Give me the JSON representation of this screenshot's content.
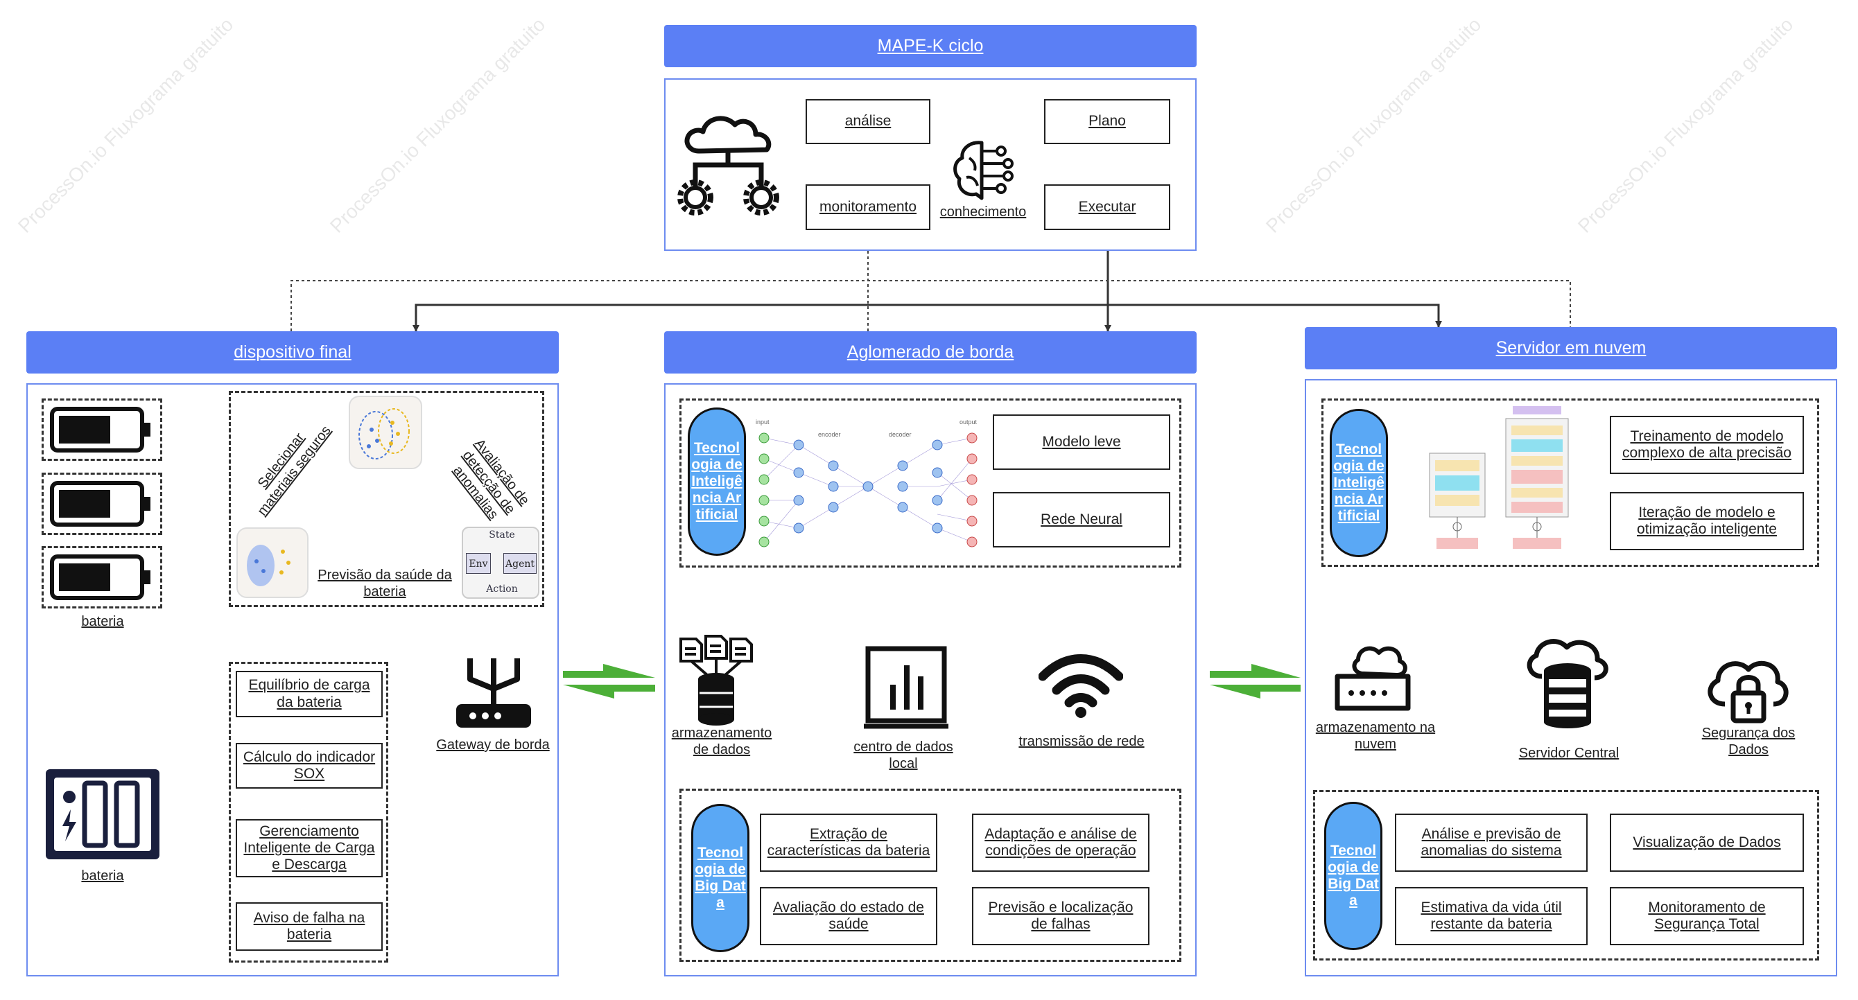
{
  "watermark": "ProcessOn.io Fluxograma gratuito",
  "mapek": {
    "title": "MAPE-K ciclo",
    "analise": "análise",
    "plano": "Plano",
    "monitoramento": "monitoramento",
    "conhecimento": "conhecimento",
    "executar": "Executar"
  },
  "device": {
    "title": "dispositivo final",
    "bateria_top": "bateria",
    "bateria_bottom": "bateria",
    "selecionar": "Selecionar materiais seguros",
    "avaliacao": "Avaliação de detecção de anomalias",
    "previsao": "Previsão da saúde da bateria",
    "rl_state": "State",
    "rl_env": "Env",
    "rl_agent": "Agent",
    "rl_action": "Action",
    "steps": [
      "Equilíbrio de carga da bateria",
      "Cálculo do indicador SOX",
      "Gerenciamento Inteligente de Carga e Descarga",
      "Aviso de falha na bateria"
    ],
    "gateway": "Gateway de borda"
  },
  "edge": {
    "title": "Aglomerado de borda",
    "ai_pill": "Tecnologia de Inteligência Artificial",
    "nn_input": "input",
    "nn_encoder": "encoder",
    "nn_decoder": "decoder",
    "nn_output": "output",
    "modelo_leve": "Modelo leve",
    "rede_neural": "Rede Neural",
    "armazenamento": "armazenamento de dados",
    "centro": "centro de dados local",
    "transmissao": "transmissão de rede",
    "bigdata_pill": "Tecnologia de Big Data",
    "extracao": "Extração de características da bateria",
    "adaptacao": "Adaptação e análise de condições de operação",
    "avaliacao_estado": "Avaliação do estado de saúde",
    "previsao_falhas": "Previsão e localização de falhas"
  },
  "cloud": {
    "title": "Servidor em nuvem",
    "ai_pill": "Tecnologia de Inteligência Artificial",
    "treinamento": "Treinamento de modelo complexo de alta precisão",
    "iteracao": "Iteração de modelo e otimização inteligente",
    "armazenamento": "armazenamento na nuvem",
    "servidor": "Servidor Central",
    "seguranca": "Segurança dos Dados",
    "bigdata_pill": "Tecnologia de Big Data",
    "analise": "Análise e previsão de anomalias do sistema",
    "visualizacao": "Visualização de Dados",
    "estimativa": "Estimativa da vida útil restante da bateria",
    "monitoramento": "Monitoramento de Segurança Total"
  },
  "colors": {
    "header": "#5b7ff5",
    "panel_border": "#6d8cf0",
    "pill": "#5aa8f5",
    "exchange_arrow": "#4caf38"
  }
}
